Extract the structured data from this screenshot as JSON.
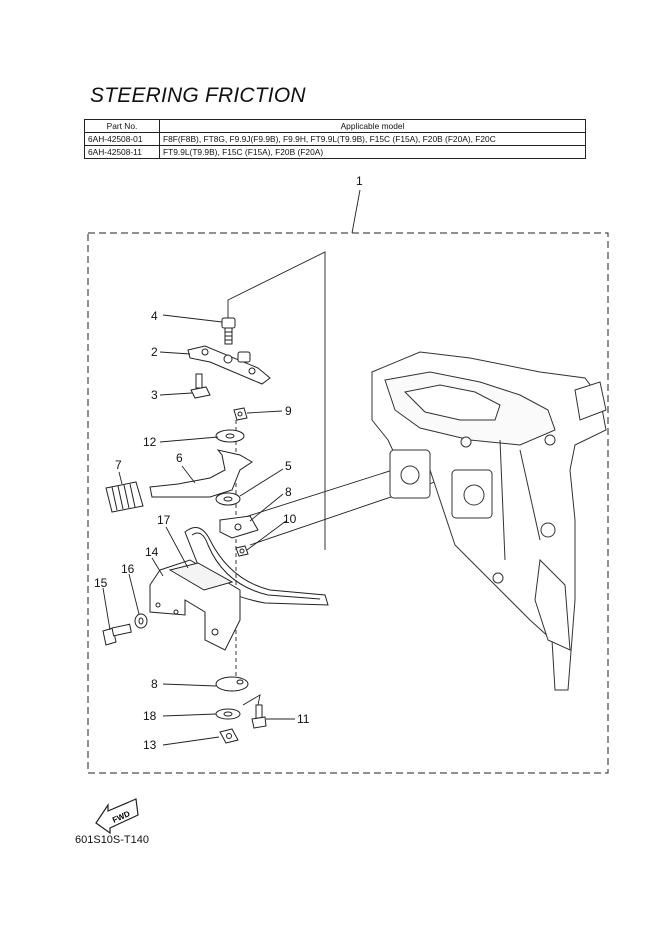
{
  "title": "STEERING FRICTION",
  "table": {
    "headers": [
      "Part No.",
      "Applicable model"
    ],
    "rows": [
      {
        "part_no": "6AH-42508-01",
        "models": "F8F(F8B), FT8G, F9.9J(F9.9B), F9.9H, FT9.9L(T9.9B), F15C (F15A), F20B (F20A), F20C"
      },
      {
        "part_no": "6AH-42508-11",
        "models": "FT9.9L(T9.9B), F15C (F15A), F20B (F20A)"
      }
    ]
  },
  "callouts": [
    "1",
    "4",
    "2",
    "3",
    "9",
    "12",
    "6",
    "7",
    "5",
    "8",
    "10",
    "17",
    "14",
    "16",
    "15",
    "8",
    "18",
    "11",
    "13"
  ],
  "fwd_label": "FWD",
  "drawing_code": "601S10S-T140"
}
